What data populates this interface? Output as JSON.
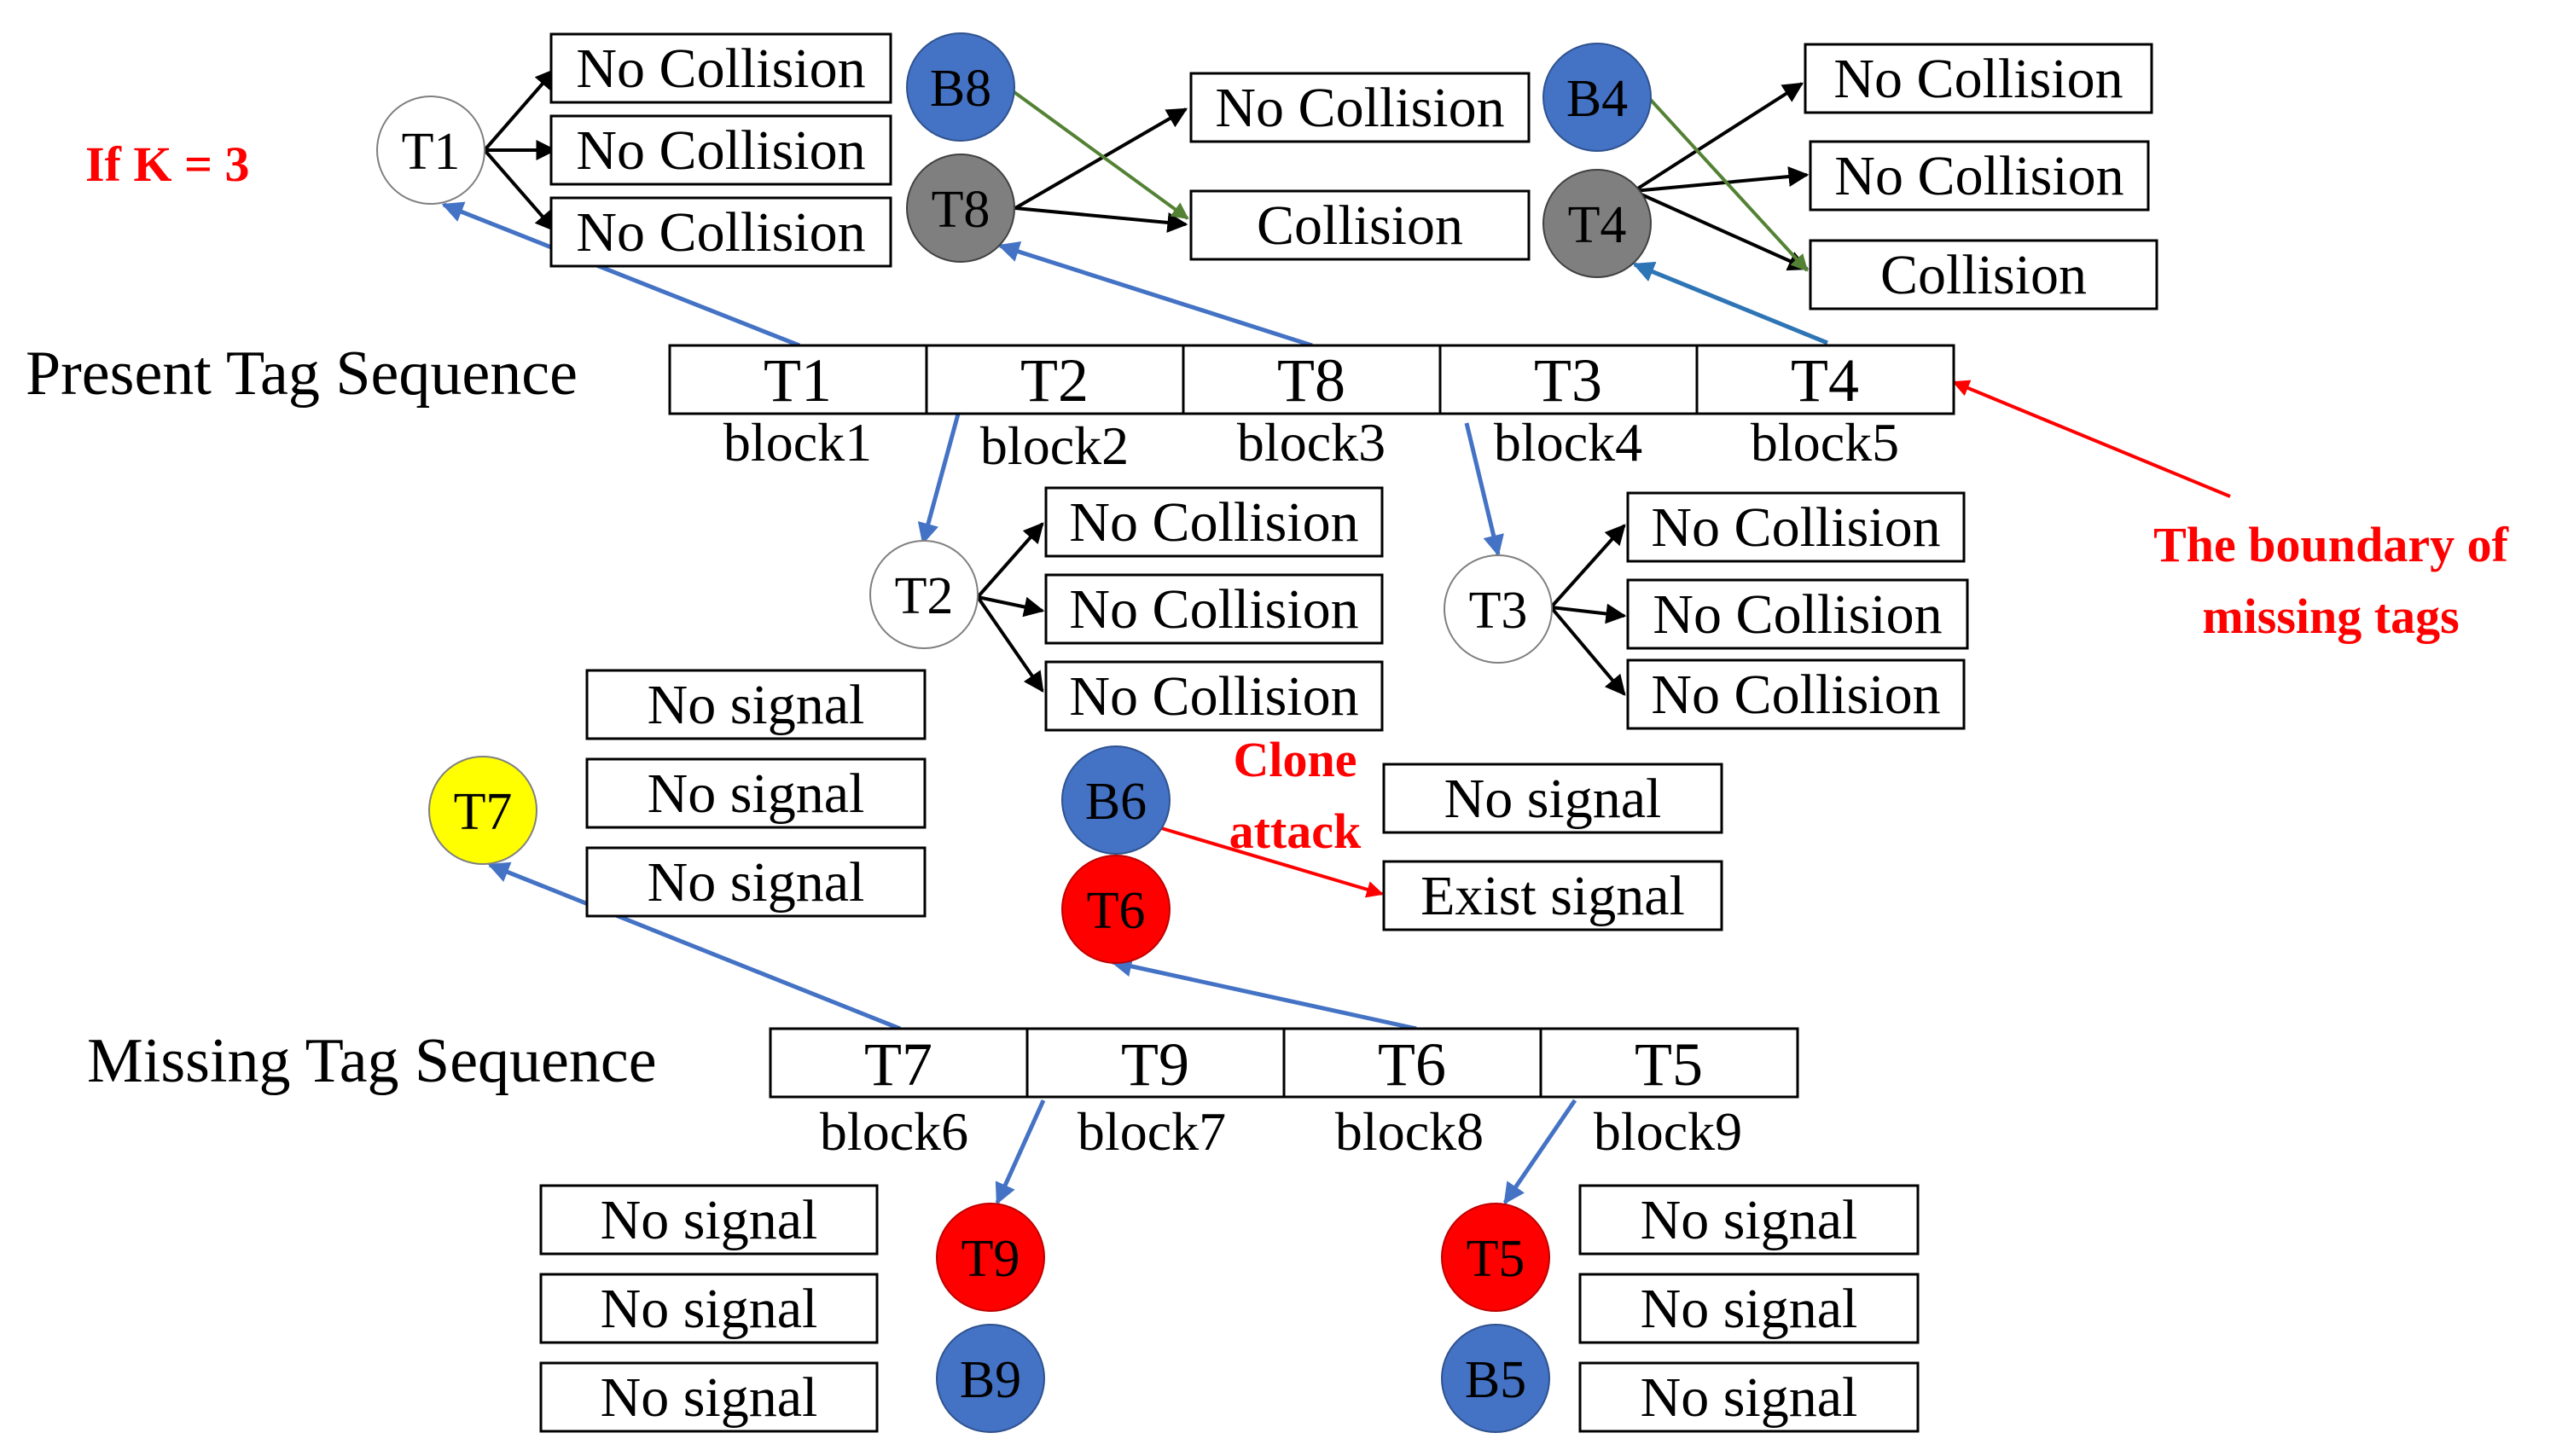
{
  "condition": "If K = 3",
  "present": {
    "label": "Present Tag Sequence",
    "cells": [
      "T1",
      "T2",
      "T8",
      "T3",
      "T4"
    ],
    "blocks": [
      "block1",
      "block2",
      "block3",
      "block4",
      "block5"
    ]
  },
  "missing": {
    "label": "Missing Tag Sequence",
    "cells": [
      "T7",
      "T9",
      "T6",
      "T5"
    ],
    "blocks": [
      "block6",
      "block7",
      "block8",
      "block9"
    ]
  },
  "nodes": {
    "T1": "T1",
    "T2": "T2",
    "T3": "T3",
    "T4": "T4",
    "T5": "T5",
    "T6": "T6",
    "T7": "T7",
    "T8": "T8",
    "T9": "T9",
    "B4": "B4",
    "B5": "B5",
    "B6": "B6",
    "B8": "B8",
    "B9": "B9"
  },
  "results": {
    "t1": [
      "No Collision",
      "No Collision",
      "No Collision"
    ],
    "t8": [
      "No Collision",
      "Collision"
    ],
    "t4": [
      "No Collision",
      "No Collision",
      "Collision"
    ],
    "t2": [
      "No Collision",
      "No Collision",
      "No Collision"
    ],
    "t3": [
      "No Collision",
      "No Collision",
      "No Collision"
    ],
    "t7": [
      "No signal",
      "No signal",
      "No signal"
    ],
    "t6": [
      "No signal",
      "Exist signal"
    ],
    "t9": [
      "No signal",
      "No signal",
      "No signal"
    ],
    "t5": [
      "No signal",
      "No signal",
      "No signal"
    ]
  },
  "annotations": {
    "clone_line1": "Clone",
    "clone_line2": "attack",
    "boundary_line1": "The boundary of",
    "boundary_line2": "missing tags"
  },
  "colors": {
    "blue_node": "#4472C4",
    "gray_node": "#7F7F7F",
    "red_node": "#FF0000",
    "yellow_node": "#FFFF00",
    "white_node": "#FFFFFF",
    "blue_arrow": "#4472C4",
    "steel_arrow": "#2E75B6",
    "green_line": "#548235",
    "red_text": "#FF0000",
    "black": "#000000"
  }
}
